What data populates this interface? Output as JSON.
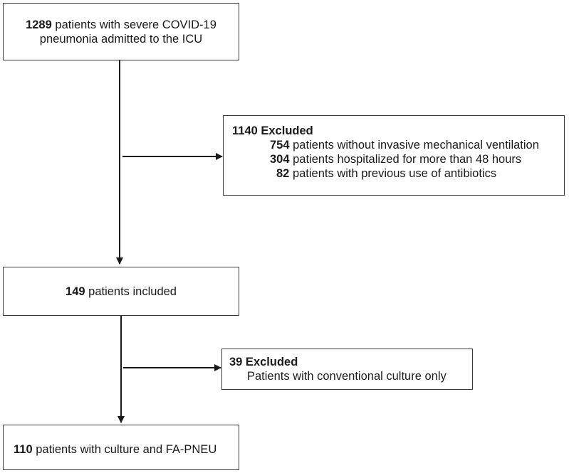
{
  "box_start": {
    "line1_num": "1289",
    "line1_text": "patients with severe COVID-19",
    "line2_text": "pneumonia admitted to the ICU"
  },
  "box_excluded1": {
    "title": "1140 Excluded",
    "items": [
      {
        "num": "754",
        "text": "patients without invasive mechanical ventilation"
      },
      {
        "num": "304",
        "text": "patients hospitalized for more than 48 hours"
      },
      {
        "num": "82",
        "text": "patients with previous use of antibiotics"
      }
    ]
  },
  "box_included": {
    "num": "149",
    "text": "patients included"
  },
  "box_excluded2": {
    "title": "39 Excluded",
    "item": "Patients with conventional culture only"
  },
  "box_final": {
    "num": "110",
    "text": "patients with culture and FA-PNEU"
  }
}
